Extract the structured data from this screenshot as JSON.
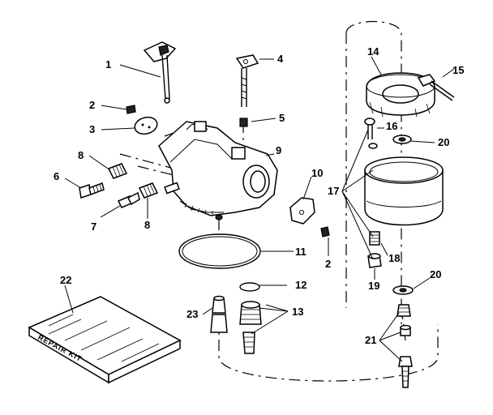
{
  "diagram": {
    "callouts": [
      {
        "id": "c1",
        "label": "1"
      },
      {
        "id": "c2a",
        "label": "2"
      },
      {
        "id": "c3",
        "label": "3"
      },
      {
        "id": "c4",
        "label": "4"
      },
      {
        "id": "c5",
        "label": "5"
      },
      {
        "id": "c6",
        "label": "6"
      },
      {
        "id": "c7",
        "label": "7"
      },
      {
        "id": "c8a",
        "label": "8"
      },
      {
        "id": "c8b",
        "label": "8"
      },
      {
        "id": "c9",
        "label": "9"
      },
      {
        "id": "c10",
        "label": "10"
      },
      {
        "id": "c11",
        "label": "11"
      },
      {
        "id": "c2b",
        "label": "2"
      },
      {
        "id": "c12",
        "label": "12"
      },
      {
        "id": "c13",
        "label": "13"
      },
      {
        "id": "c14",
        "label": "14"
      },
      {
        "id": "c15",
        "label": "15"
      },
      {
        "id": "c16",
        "label": "16"
      },
      {
        "id": "c17",
        "label": "17"
      },
      {
        "id": "c18",
        "label": "18"
      },
      {
        "id": "c19",
        "label": "19"
      },
      {
        "id": "c20a",
        "label": "20"
      },
      {
        "id": "c20b",
        "label": "20"
      },
      {
        "id": "c21",
        "label": "21"
      },
      {
        "id": "c22",
        "label": "22"
      },
      {
        "id": "c23",
        "label": "23"
      }
    ],
    "repair_kit_label": "REPAIR KIT",
    "line_color": "#000000",
    "background_color": "#ffffff"
  }
}
